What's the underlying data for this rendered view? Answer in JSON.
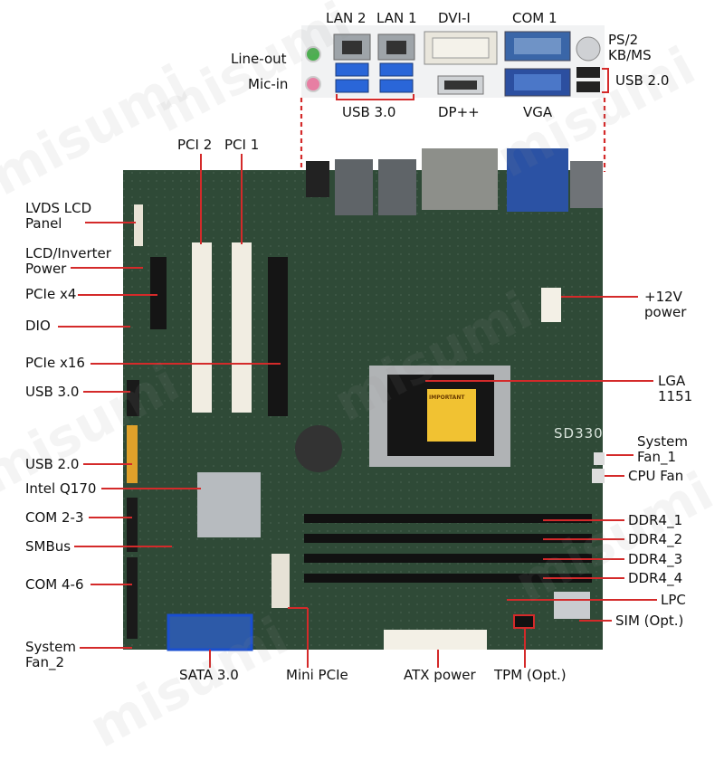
{
  "watermark": "misumi",
  "board_silkscreen": "SD330",
  "chip_text": "IMPORTANT",
  "colors": {
    "pcb": "#2f4a37",
    "leader": "#d42a2a",
    "sata_highlight": "#1a4fd1",
    "usb3_blue": "#2a66d8",
    "port_metal": "#b9bec4"
  },
  "top_labels": {
    "lan2": "LAN 2",
    "lan1": "LAN 1",
    "dvi": "DVI-I",
    "com1": "COM 1",
    "ps2": "PS/2\nKB/MS",
    "line_out": "Line-out",
    "mic_in": "Mic-in",
    "usb30": "USB 3.0",
    "dp": "DP++",
    "vga": "VGA",
    "usb20": "USB 2.0"
  },
  "upper_labels": {
    "pci2": "PCI 2",
    "pci1": "PCI 1"
  },
  "left_labels": {
    "lvds": "LVDS LCD\nPanel",
    "lcd_inverter": "LCD/Inverter\nPower",
    "pcie_x4": "PCIe x4",
    "dio": "DIO",
    "pcie_x16": "PCIe x16",
    "usb30": "USB 3.0",
    "usb20": "USB 2.0",
    "intel": "Intel Q170",
    "com23": "COM 2-3",
    "smbus": "SMBus",
    "com46": "COM 4-6",
    "sysfan2": "System\nFan_2"
  },
  "right_labels": {
    "power12v": "+12V\npower",
    "lga": "LGA\n1151",
    "sysfan1": "System\nFan_1",
    "cpufan": "CPU Fan",
    "ddr4_1": "DDR4_1",
    "ddr4_2": "DDR4_2",
    "ddr4_3": "DDR4_3",
    "ddr4_4": "DDR4_4",
    "lpc": "LPC",
    "sim": "SIM (Opt.)"
  },
  "bottom_labels": {
    "sata": "SATA 3.0",
    "minipcie": "Mini PCIe",
    "atx": "ATX power",
    "tpm": "TPM (Opt.)"
  }
}
